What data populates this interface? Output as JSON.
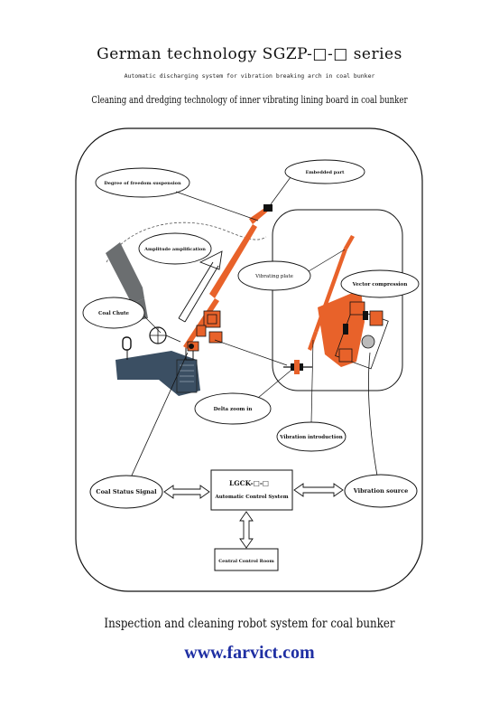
{
  "header": {
    "title": "German technology SGZP-□-□ series",
    "subtitle": "Automatic discharging system for vibration breaking arch in coal bunker",
    "subtitle2": "Cleaning and dredging technology of inner vibrating lining board in coal bunker"
  },
  "diagram": {
    "callouts": {
      "degree_of_freedom": "Degree of freedom suspension",
      "embedded_part": "Embedded part",
      "amplitude_amplification": "Amplitude amplification",
      "vibrating_plate": "Vibrating plate",
      "vector_compression": "Vector compression",
      "coal_chute": "Coal Chute",
      "delta_zoom": "Delta  zoom in",
      "vibration_introduction": "Vibration introduction"
    },
    "boxes": {
      "coal_status_signal": "Coal Status Signal",
      "control_model": "LGCK-□-□",
      "control_system": "Automatic Control System",
      "vibration_source": "Vibration source",
      "central_control_room": "Central Control Room"
    },
    "colors": {
      "orange": "#e8622a",
      "steel_blue": "#3b4f63",
      "gray_chute": "#6b6e70"
    }
  },
  "footer": {
    "text": "Inspection and cleaning robot system for coal bunker",
    "website": "www.farvict.com"
  }
}
